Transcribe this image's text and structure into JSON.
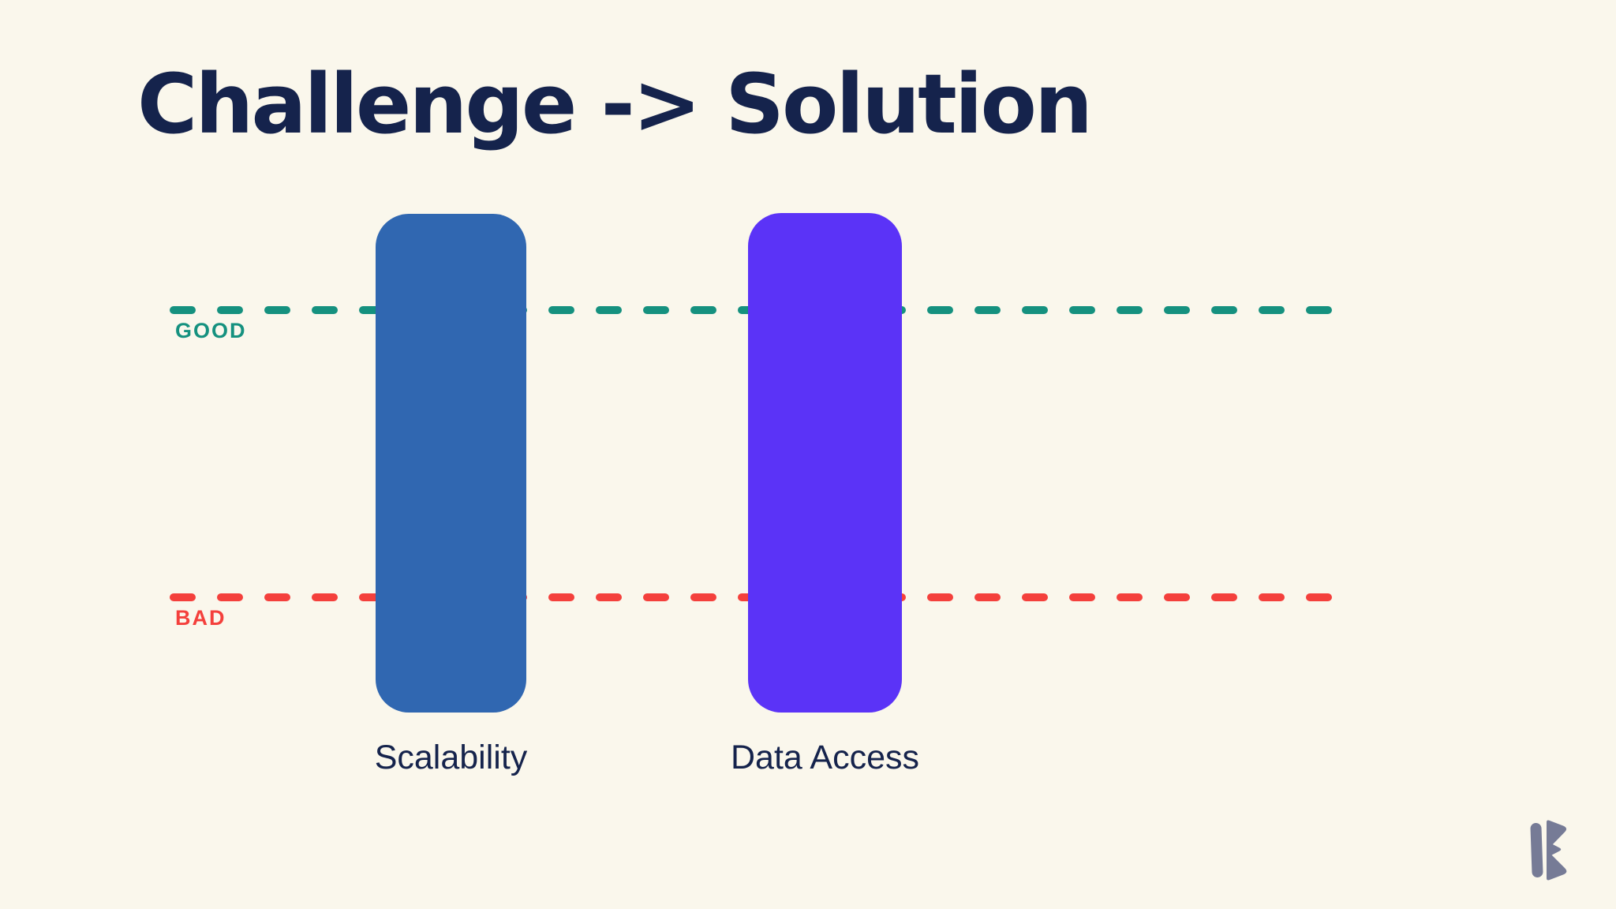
{
  "slide": {
    "title": "Challenge -> Solution"
  },
  "chart": {
    "reference_lines": {
      "good": {
        "label": "GOOD",
        "color": "#15917f"
      },
      "bad": {
        "label": "BAD",
        "color": "#f4403c"
      }
    },
    "bars": [
      {
        "label": "Scalability",
        "color": "#3067b1"
      },
      {
        "label": "Data Access",
        "color": "#5b33f7"
      }
    ]
  },
  "logo": {
    "name": "play-b-logo"
  },
  "colors": {
    "bg": "#faf7ec",
    "navy": "#15234c",
    "bar1": "#3067b1",
    "bar2": "#5b33f7",
    "good": "#15917f",
    "bad": "#f4403c",
    "logo": "#767b96"
  },
  "chart_data": {
    "type": "bar",
    "title": "Challenge -> Solution",
    "categories": [
      "Scalability",
      "Data Access"
    ],
    "values": [
      1,
      1
    ],
    "ylim": [
      0,
      1
    ],
    "value_axis": "qualitative (no numeric ticks shown)",
    "series": [
      {
        "name": "Scalability",
        "color": "#3067b1",
        "span": [
          0,
          1
        ]
      },
      {
        "name": "Data Access",
        "color": "#5b33f7",
        "span": [
          0,
          1
        ]
      }
    ],
    "reference_lines": [
      {
        "label": "GOOD",
        "color": "#15917f",
        "style": "dashed",
        "position_fraction_of_bar_height": 0.81
      },
      {
        "label": "BAD",
        "color": "#f4403c",
        "style": "dashed",
        "position_fraction_of_bar_height": 0.23
      }
    ],
    "grid": false,
    "legend": false,
    "notes": "Conceptual slide chart: both bars span the full vertical range, extending above the dashed GOOD threshold line and below the dashed BAD threshold line."
  }
}
